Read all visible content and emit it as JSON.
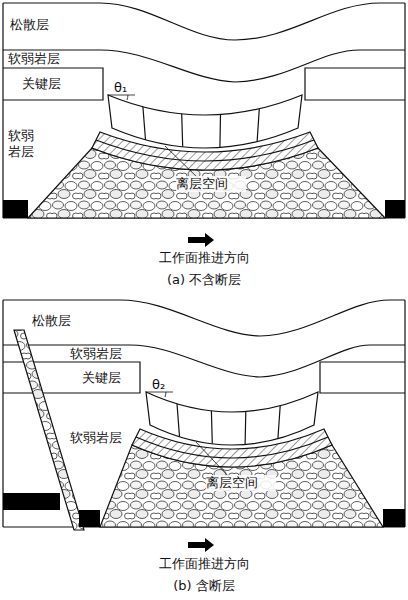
{
  "diagram": {
    "labels": [
      "松散层",
      "软弱岩层",
      "关键层",
      "软弱岩层",
      "θ₁",
      "离层空间",
      "工作面推进方向",
      "(a) 不含断层",
      "松散层",
      "软弱岩层",
      "关键层",
      "软弱岩层",
      "θ₂",
      "离层空间",
      "工作面推进方向",
      "(b) 含断层"
    ]
  }
}
